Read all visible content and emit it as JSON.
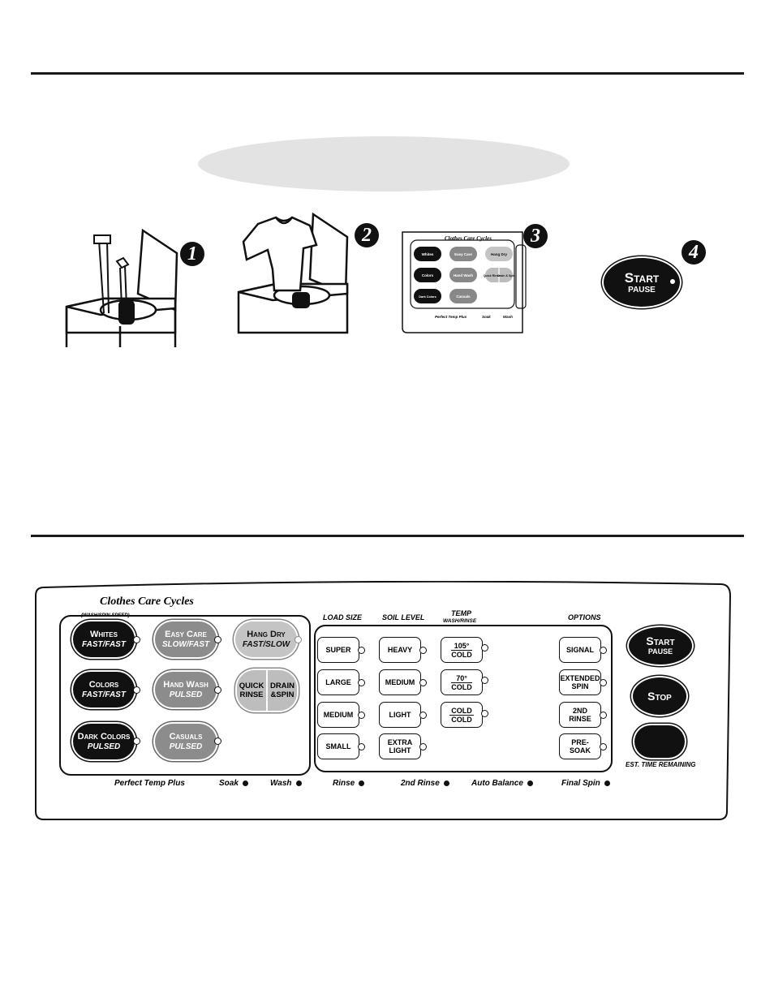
{
  "steps": [
    {
      "number": "1"
    },
    {
      "number": "2"
    },
    {
      "number": "3"
    },
    {
      "number": "4"
    }
  ],
  "mini_panel": {
    "title": "Clothes Care Cycles",
    "buttons": [
      "Whites",
      "Easy Care",
      "Hang Dry",
      "Colors",
      "Hand Wash",
      "Quick Rinse",
      "Drain & Spin",
      "Dark Colors",
      "Casuals"
    ],
    "footer": [
      "Perfect Temp Plus",
      "Soak",
      "Wash"
    ]
  },
  "step4_button": {
    "label": "Start",
    "sub": "PAUSE"
  },
  "panel": {
    "cycles_title": "Clothes Care Cycles",
    "wash_spin_label": "(WASH/SPIN SPEED)",
    "cycles": [
      {
        "name": "Whites",
        "speed": "FAST/FAST"
      },
      {
        "name": "Easy Care",
        "speed": "SLOW/FAST"
      },
      {
        "name": "Hang Dry",
        "speed": "FAST/SLOW"
      },
      {
        "name": "Colors",
        "speed": "FAST/FAST"
      },
      {
        "name": "Hand Wash",
        "speed": "PULSED"
      },
      {
        "name": "Dark Colors",
        "speed": "PULSED"
      },
      {
        "name": "Casuals",
        "speed": "PULSED"
      }
    ],
    "quick_rinse": {
      "line1": "QUICK",
      "line2": "RINSE"
    },
    "drain_spin": {
      "line1": "DRAIN",
      "line2": "&SPIN"
    },
    "headers": {
      "load_size": "LOAD SIZE",
      "soil_level": "SOIL LEVEL",
      "temp": "TEMP",
      "temp_sub": "WASH/RINSE",
      "options": "OPTIONS"
    },
    "load_sizes": [
      "SUPER",
      "LARGE",
      "MEDIUM",
      "SMALL"
    ],
    "soil_levels": [
      {
        "line1": "HEAVY",
        "line2": ""
      },
      {
        "line1": "MEDIUM",
        "line2": ""
      },
      {
        "line1": "LIGHT",
        "line2": ""
      },
      {
        "line1": "EXTRA",
        "line2": "LIGHT"
      }
    ],
    "temps": [
      {
        "wash": "105°",
        "rinse": "COLD"
      },
      {
        "wash": "70°",
        "rinse": "COLD"
      },
      {
        "wash": "COLD",
        "rinse": "COLD"
      }
    ],
    "options": [
      {
        "line1": "SIGNAL",
        "line2": ""
      },
      {
        "line1": "EXTENDED",
        "line2": "SPIN"
      },
      {
        "line1": "2ND",
        "line2": "RINSE"
      },
      {
        "line1": "PRE-",
        "line2": "SOAK"
      }
    ],
    "start": {
      "label": "Start",
      "sub": "PAUSE"
    },
    "stop": {
      "label": "Stop"
    },
    "est_time": "EST. TIME REMAINING",
    "status": [
      "Perfect Temp Plus",
      "Soak",
      "Wash",
      "Rinse",
      "2nd Rinse",
      "Auto Balance",
      "Final Spin"
    ]
  }
}
